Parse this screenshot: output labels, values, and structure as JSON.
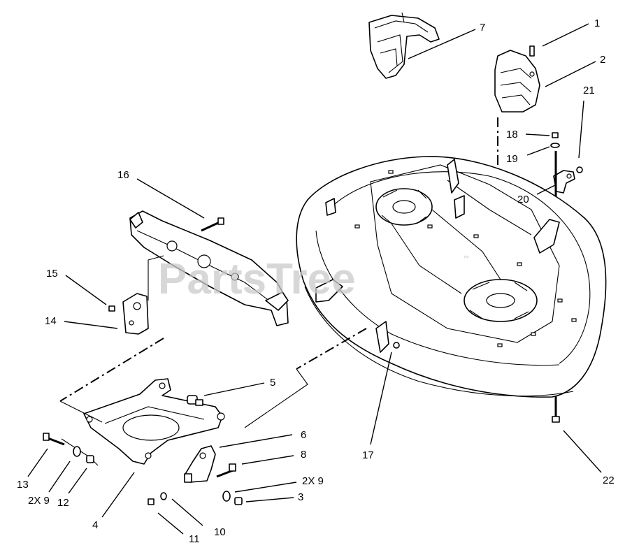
{
  "watermark": {
    "text": "PartsTree",
    "trademark": "™"
  },
  "callouts": [
    {
      "id": "c1",
      "text": "1"
    },
    {
      "id": "c2",
      "text": "2"
    },
    {
      "id": "c3",
      "text": "3"
    },
    {
      "id": "c2x9a",
      "text": "2X 9"
    },
    {
      "id": "c2x9b",
      "text": "2X 9"
    },
    {
      "id": "c4",
      "text": "4"
    },
    {
      "id": "c5",
      "text": "5"
    },
    {
      "id": "c6",
      "text": "6"
    },
    {
      "id": "c7",
      "text": "7"
    },
    {
      "id": "c8",
      "text": "8"
    },
    {
      "id": "c10",
      "text": "10"
    },
    {
      "id": "c11",
      "text": "11"
    },
    {
      "id": "c12",
      "text": "12"
    },
    {
      "id": "c13",
      "text": "13"
    },
    {
      "id": "c14",
      "text": "14"
    },
    {
      "id": "c15",
      "text": "15"
    },
    {
      "id": "c16",
      "text": "16"
    },
    {
      "id": "c17",
      "text": "17"
    },
    {
      "id": "c18",
      "text": "18"
    },
    {
      "id": "c19",
      "text": "19"
    },
    {
      "id": "c20",
      "text": "20"
    },
    {
      "id": "c21",
      "text": "21"
    },
    {
      "id": "c22",
      "text": "22"
    }
  ]
}
